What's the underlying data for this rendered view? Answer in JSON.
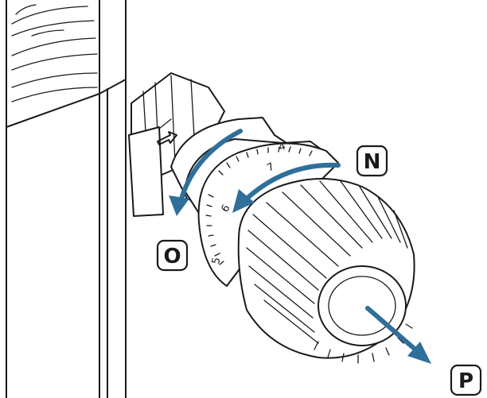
{
  "dial_scale": {
    "numbers": [
      "4",
      "7",
      "6",
      "5"
    ]
  },
  "callouts": {
    "n_label": "N",
    "o_label": "O",
    "p_label": "P"
  },
  "colors": {
    "arrow": "#2f6f9a",
    "line": "#1a1a1a",
    "background": "#ffffff"
  }
}
